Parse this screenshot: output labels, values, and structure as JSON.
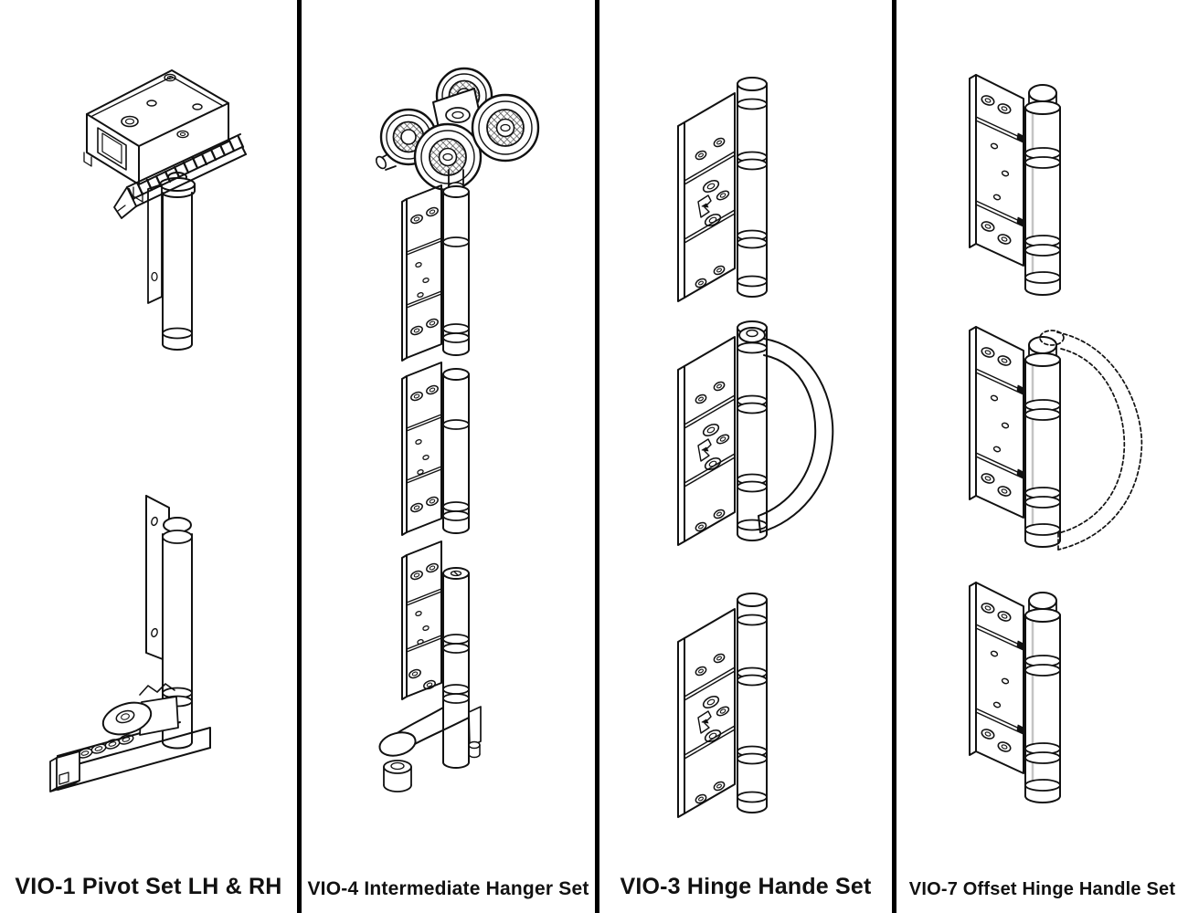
{
  "page": {
    "background_color": "#ffffff",
    "divider_color": "#000000",
    "line_color": "#111111"
  },
  "columns": [
    {
      "label": "VIO-1 Pivot Set LH & RH",
      "drawing_names": [
        "top-pivot-with-rack-and-post",
        "bottom-floor-pivot-with-track"
      ]
    },
    {
      "label": "VIO-4 Intermediate Hanger Set",
      "drawing_names": [
        "four-wheel-hanger-trolley-with-hinge-column-and-floor-guide"
      ]
    },
    {
      "label": "VIO-3 Hinge Hande Set",
      "drawing_names": [
        "hinge",
        "hinge-with-d-handle",
        "hinge"
      ]
    },
    {
      "label": "VIO-7 Offset Hinge Handle Set",
      "drawing_names": [
        "offset-hinge",
        "offset-hinge-with-dashed-d-handle",
        "offset-hinge"
      ]
    }
  ]
}
